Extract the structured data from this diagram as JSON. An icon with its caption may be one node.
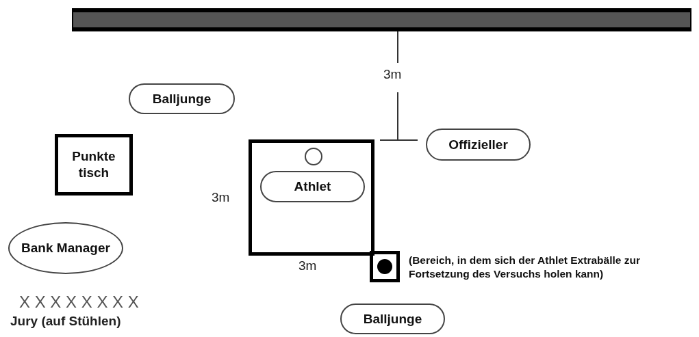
{
  "diagram": {
    "nodes": [
      {
        "text": [],
        "shape": "bar"
      },
      {
        "text": [
          "Balljunge"
        ]
      },
      {
        "text": [
          "Punkte tisch"
        ]
      },
      {
        "text": [],
        "shape": "box"
      },
      {
        "text": [],
        "shape": "circle",
        "in": 3
      },
      {
        "text": [
          "Athlet"
        ],
        "in": 3
      },
      {
        "text": [
          "Offizieller"
        ]
      },
      {
        "text": [
          "Bank Manager"
        ]
      },
      {
        "text": [],
        "shape": "box",
        "beside": [
          "(Bereich, in dem sich der Athlet Extrabälle zur Fortsetzung des Versuchs holen kann)"
        ]
      },
      {
        "text": [
          "Balljunge"
        ]
      }
    ],
    "labels": [
      "3m",
      "3m",
      "3m",
      "X X X X X X X X",
      "Jury (auf Stühlen)"
    ]
  }
}
